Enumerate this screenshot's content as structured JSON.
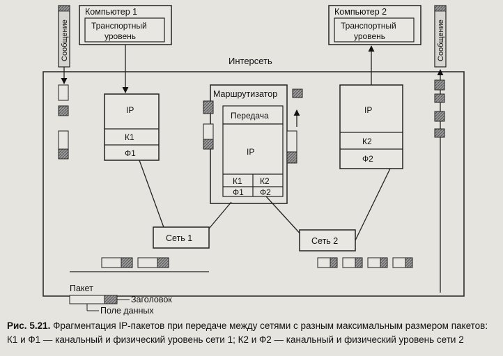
{
  "diagram": {
    "computer1": {
      "title": "Компьютер 1",
      "transport": [
        "Транспортный",
        "уровень"
      ]
    },
    "computer2": {
      "title": "Компьютер 2",
      "transport": [
        "Транспортный",
        "уровень"
      ]
    },
    "message_label": "Сообщение",
    "internet_label": "Интерсеть",
    "router": {
      "title": "Маршрутизатор",
      "forwarding": "Передача"
    },
    "layers": {
      "ip": "IP",
      "k1": "К1",
      "f1": "Ф1",
      "k2": "К2",
      "f2": "Ф2"
    },
    "networks": {
      "net1": "Сеть 1",
      "net2": "Сеть 2"
    },
    "legend": {
      "packet": "Пакет",
      "header": "Заголовок",
      "data_field": "Поле данных"
    }
  },
  "caption": {
    "figure_number": "Рис. 5.21.",
    "line1": "Фрагментация IP-пакетов при передаче между сетями с разным максимальным размером пакетов:",
    "line2": "К1 и Ф1 — канальный и физический уровень сети 1; К2 и Ф2 — канальный и физический уровень сети 2"
  }
}
